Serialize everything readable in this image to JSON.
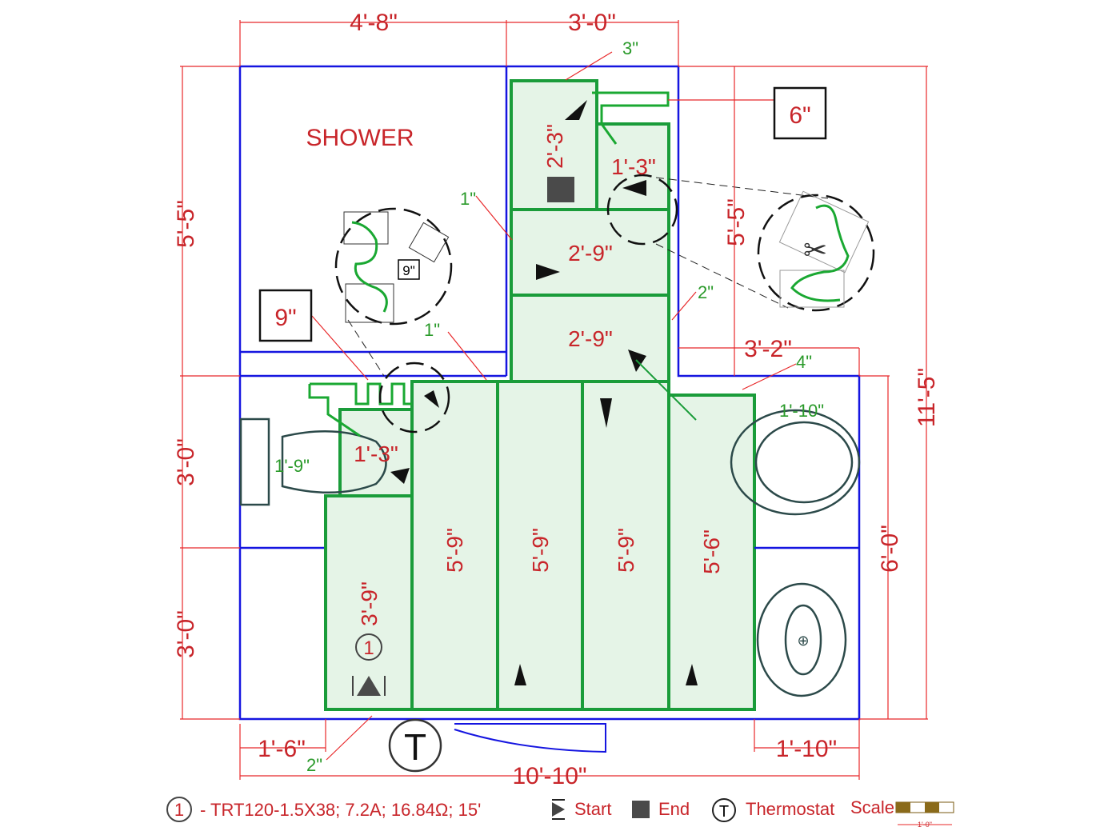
{
  "room_labels": {
    "shower": "SHOWER"
  },
  "dimensions": {
    "top_left": "4'-8\"",
    "top_right": "3'-0\"",
    "left_upper": "5'-5\"",
    "left_middle": "3'-0\"",
    "left_lower": "3'-0\"",
    "right_inner": "5'-5\"",
    "right_overall": "11'-5\"",
    "right_lower": "6'-0\"",
    "step_width": "3'-2\"",
    "bottom_left": "1'-6\"",
    "bottom_right": "1'-10\"",
    "bottom_overall": "10'-10\"",
    "toilet_clear": "1'-9\"",
    "tub_gap": "1'-10\""
  },
  "offsets": {
    "top": "3\"",
    "closet_side": "1\"",
    "closet_right": "2\"",
    "shower_edge": "1\"",
    "tub_side": "4\"",
    "bottom": "2\""
  },
  "cut_boxes": {
    "right": "6\"",
    "left": "9\"",
    "left_detail": "9\""
  },
  "zones": {
    "closet_top": "2'-3\"",
    "closet_right": "1'-3\"",
    "band_1": "2'-9\"",
    "band_2": "2'-9\"",
    "toilet_zone": "1'-3\"",
    "col_1": "5'-9\"",
    "col_2": "5'-9\"",
    "col_3": "5'-9\"",
    "col_4": "5'-6\"",
    "left_col": "3'-9\""
  },
  "circuit_marker": "1",
  "thermostat_marker": "T",
  "legend": {
    "circuit_number": "1",
    "circuit_spec": "- TRT120-1.5X38; 7.2A; 16.84Ω; 15'",
    "start": "Start",
    "end": "End",
    "thermostat_symbol": "T",
    "thermostat": "Thermostat",
    "scale": "Scale",
    "scale_length": "1'-0\""
  },
  "colors": {
    "wall": "#1515e0",
    "heated": "#1a9c3a",
    "dimension": "#e8282a"
  }
}
